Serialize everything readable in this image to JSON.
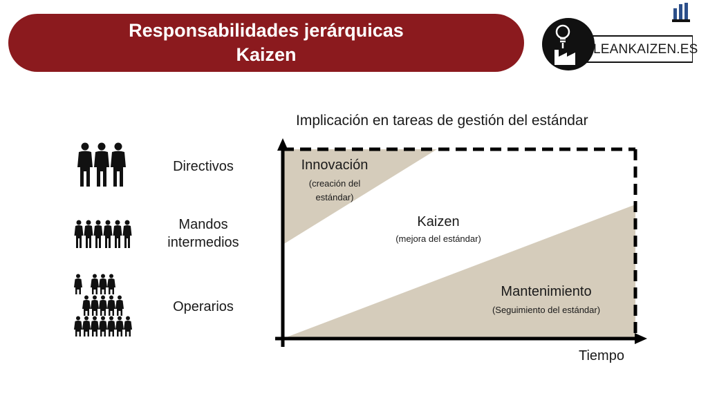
{
  "header": {
    "title_line1": "Responsabilidades jerárquicas",
    "title_line2": "Kaizen"
  },
  "logo": {
    "text": "LEANKAIZEN.ES"
  },
  "levels": [
    {
      "label": "Directivos",
      "icon": "three-people-icon"
    },
    {
      "label": "Mandos intermedios",
      "icon": "six-people-icon"
    },
    {
      "label": "Operarios",
      "icon": "people-pyramid-icon"
    }
  ],
  "diagram": {
    "title": "Implicación en tareas de gestión del estándar",
    "x_axis_label": "Tiempo",
    "zones": {
      "innovacion": {
        "title": "Innovación",
        "subtitle": "(creación del estándar)"
      },
      "kaizen": {
        "title": "Kaizen",
        "subtitle": "(mejora del estándar)"
      },
      "mantenimiento": {
        "title": "Mantenimiento",
        "subtitle": "(Seguimiento del estándar)"
      }
    }
  },
  "colors": {
    "banner": "#8b1a1e",
    "zone_fill": "#d5ccbb",
    "axis": "#000000"
  }
}
